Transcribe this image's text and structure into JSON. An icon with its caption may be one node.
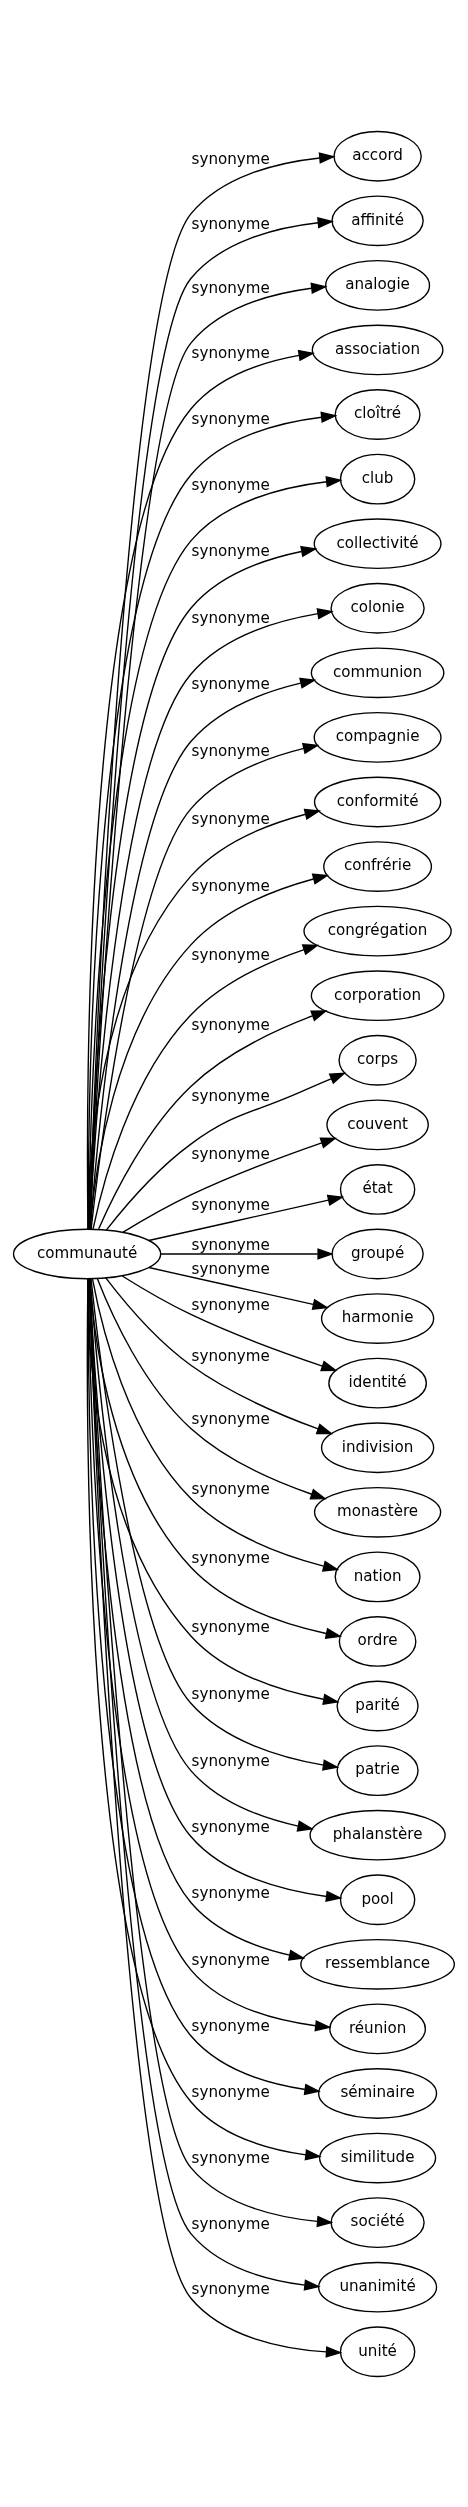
{
  "diagram": {
    "nodes": [
      {
        "text": [
          "communauté"
        ]
      },
      {
        "text": [
          "accord"
        ]
      },
      {
        "text": [
          "affinité"
        ]
      },
      {
        "text": [
          "analogie"
        ]
      },
      {
        "text": [
          "association"
        ]
      },
      {
        "text": [
          "cloîtré"
        ]
      },
      {
        "text": [
          "club"
        ]
      },
      {
        "text": [
          "collectivité"
        ]
      },
      {
        "text": [
          "colonie"
        ]
      },
      {
        "text": [
          "communion"
        ]
      },
      {
        "text": [
          "compagnie"
        ]
      },
      {
        "text": [
          "conformité"
        ]
      },
      {
        "text": [
          "confrérie"
        ]
      },
      {
        "text": [
          "congrégation"
        ]
      },
      {
        "text": [
          "corporation"
        ]
      },
      {
        "text": [
          "corps"
        ]
      },
      {
        "text": [
          "couvent"
        ]
      },
      {
        "text": [
          "état"
        ]
      },
      {
        "text": [
          "groupé"
        ]
      },
      {
        "text": [
          "harmonie"
        ]
      },
      {
        "text": [
          "identité"
        ]
      },
      {
        "text": [
          "indivision"
        ]
      },
      {
        "text": [
          "monastère"
        ]
      },
      {
        "text": [
          "nation"
        ]
      },
      {
        "text": [
          "ordre"
        ]
      },
      {
        "text": [
          "parité"
        ]
      },
      {
        "text": [
          "patrie"
        ]
      },
      {
        "text": [
          "phalanstère"
        ]
      },
      {
        "text": [
          "pool"
        ]
      },
      {
        "text": [
          "ressemblance"
        ]
      },
      {
        "text": [
          "réunion"
        ]
      },
      {
        "text": [
          "séminaire"
        ]
      },
      {
        "text": [
          "similitude"
        ]
      },
      {
        "text": [
          "société"
        ]
      },
      {
        "text": [
          "unanimité"
        ]
      },
      {
        "text": [
          "unité"
        ]
      }
    ],
    "edges": [
      {
        "from": 0,
        "to": 1,
        "arrow": "to",
        "label": "synonyme"
      },
      {
        "from": 0,
        "to": 2,
        "arrow": "to",
        "label": "synonyme"
      },
      {
        "from": 0,
        "to": 3,
        "arrow": "to",
        "label": "synonyme"
      },
      {
        "from": 0,
        "to": 4,
        "arrow": "to",
        "label": "synonyme"
      },
      {
        "from": 0,
        "to": 5,
        "arrow": "to",
        "label": "synonyme"
      },
      {
        "from": 0,
        "to": 6,
        "arrow": "to",
        "label": "synonyme"
      },
      {
        "from": 0,
        "to": 7,
        "arrow": "to",
        "label": "synonyme"
      },
      {
        "from": 0,
        "to": 8,
        "arrow": "to",
        "label": "synonyme"
      },
      {
        "from": 0,
        "to": 9,
        "arrow": "to",
        "label": "synonyme"
      },
      {
        "from": 0,
        "to": 10,
        "arrow": "to",
        "label": "synonyme"
      },
      {
        "from": 0,
        "to": 11,
        "arrow": "to",
        "label": "synonyme"
      },
      {
        "from": 0,
        "to": 12,
        "arrow": "to",
        "label": "synonyme"
      },
      {
        "from": 0,
        "to": 13,
        "arrow": "to",
        "label": "synonyme"
      },
      {
        "from": 0,
        "to": 14,
        "arrow": "to",
        "label": "synonyme"
      },
      {
        "from": 0,
        "to": 15,
        "arrow": "to",
        "label": "synonyme"
      },
      {
        "from": 0,
        "to": 16,
        "arrow": "to",
        "label": "synonyme"
      },
      {
        "from": 0,
        "to": 17,
        "arrow": "to",
        "label": "synonyme"
      },
      {
        "from": 0,
        "to": 18,
        "arrow": "to",
        "label": "synonyme"
      },
      {
        "from": 0,
        "to": 19,
        "arrow": "to",
        "label": "synonyme"
      },
      {
        "from": 0,
        "to": 20,
        "arrow": "to",
        "label": "synonyme"
      },
      {
        "from": 0,
        "to": 21,
        "arrow": "to",
        "label": "synonyme"
      },
      {
        "from": 0,
        "to": 22,
        "arrow": "to",
        "label": "synonyme"
      },
      {
        "from": 0,
        "to": 23,
        "arrow": "to",
        "label": "synonyme"
      },
      {
        "from": 0,
        "to": 24,
        "arrow": "to",
        "label": "synonyme"
      },
      {
        "from": 0,
        "to": 25,
        "arrow": "to",
        "label": "synonyme"
      },
      {
        "from": 0,
        "to": 26,
        "arrow": "to",
        "label": "synonyme"
      },
      {
        "from": 0,
        "to": 27,
        "arrow": "to",
        "label": "synonyme"
      },
      {
        "from": 0,
        "to": 28,
        "arrow": "to",
        "label": "synonyme"
      },
      {
        "from": 0,
        "to": 29,
        "arrow": "to",
        "label": "synonyme"
      },
      {
        "from": 0,
        "to": 30,
        "arrow": "to",
        "label": "synonyme"
      },
      {
        "from": 0,
        "to": 31,
        "arrow": "to",
        "label": "synonyme"
      },
      {
        "from": 0,
        "to": 32,
        "arrow": "to",
        "label": "synonyme"
      },
      {
        "from": 0,
        "to": 33,
        "arrow": "to",
        "label": "synonyme"
      },
      {
        "from": 0,
        "to": 34,
        "arrow": "to",
        "label": "synonyme"
      },
      {
        "from": 0,
        "to": 35,
        "arrow": "to",
        "label": "synonyme"
      }
    ]
  }
}
